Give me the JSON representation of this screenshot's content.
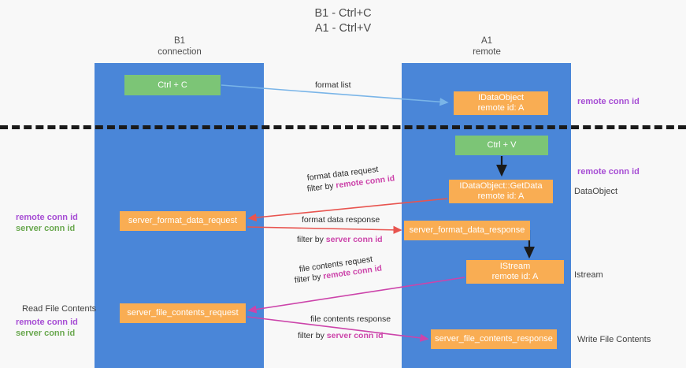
{
  "title": {
    "line1": "B1 - Ctrl+C",
    "line2": "A1 - Ctrl+V"
  },
  "columns": {
    "left": {
      "name": "B1",
      "role": "connection"
    },
    "right": {
      "name": "A1",
      "role": "remote"
    }
  },
  "nodes": {
    "ctrl_c": {
      "label": "Ctrl + C",
      "color": "#7cc576"
    },
    "dataobject": {
      "label": "IDataObject",
      "sub": "remote id: A",
      "color": "#f9ad53"
    },
    "ctrl_v": {
      "label": "Ctrl + V",
      "color": "#7cc576"
    },
    "getdata": {
      "label": "IDataObject::GetData",
      "sub": "remote id: A",
      "color": "#f9ad53"
    },
    "server_format_data_request": {
      "label": "server_format_data_request",
      "color": "#f9ad53"
    },
    "server_format_data_response": {
      "label": "server_format_data_response",
      "color": "#f9ad53"
    },
    "istream": {
      "label": "IStream",
      "sub": "remote id: A",
      "color": "#f9ad53"
    },
    "server_file_contents_request": {
      "label": "server_file_contents_request",
      "color": "#f9ad53"
    },
    "server_file_contents_response": {
      "label": "server_file_contents_response",
      "color": "#f9ad53"
    }
  },
  "edges": {
    "format_list": "format list",
    "format_data_request": "format data request",
    "format_data_request_filter_prefix": "filter by ",
    "format_data_request_filter_key": "remote conn id",
    "format_data_response": "format data response",
    "format_data_response_filter_prefix": "filter by ",
    "format_data_response_filter_key": "server conn id",
    "file_contents_request": "file contents request",
    "file_contents_request_filter_prefix": "filter by ",
    "file_contents_request_filter_key": "remote conn id",
    "file_contents_response": "file contents response",
    "file_contents_response_filter_prefix": "filter by ",
    "file_contents_response_filter_key": "server conn id"
  },
  "annotations": {
    "right_remote_conn_id_top": "remote conn id",
    "right_remote_conn_id_mid": "remote conn id",
    "right_dataobject": "DataObject",
    "right_istream": "Istream",
    "right_write_file_contents": "Write File Contents",
    "left_remote_conn_id": "remote conn id",
    "left_server_conn_id": "server conn id",
    "left_read_file_contents": "Read File Contents",
    "left_remote_conn_id_2": "remote conn id",
    "left_server_conn_id_2": "server conn id"
  },
  "colors": {
    "lane": "#4a86d8",
    "green_node": "#7cc576",
    "orange_node": "#f9ad53",
    "purple_text": "#a64dd4",
    "green_text": "#6aa84f",
    "magenta_text": "#cc44aa",
    "divider": "#1a1a1a",
    "arrow_blue": "#7ab5e8",
    "arrow_red": "#e8544f",
    "arrow_magenta": "#cc44aa",
    "arrow_black": "#1a1a1a"
  }
}
